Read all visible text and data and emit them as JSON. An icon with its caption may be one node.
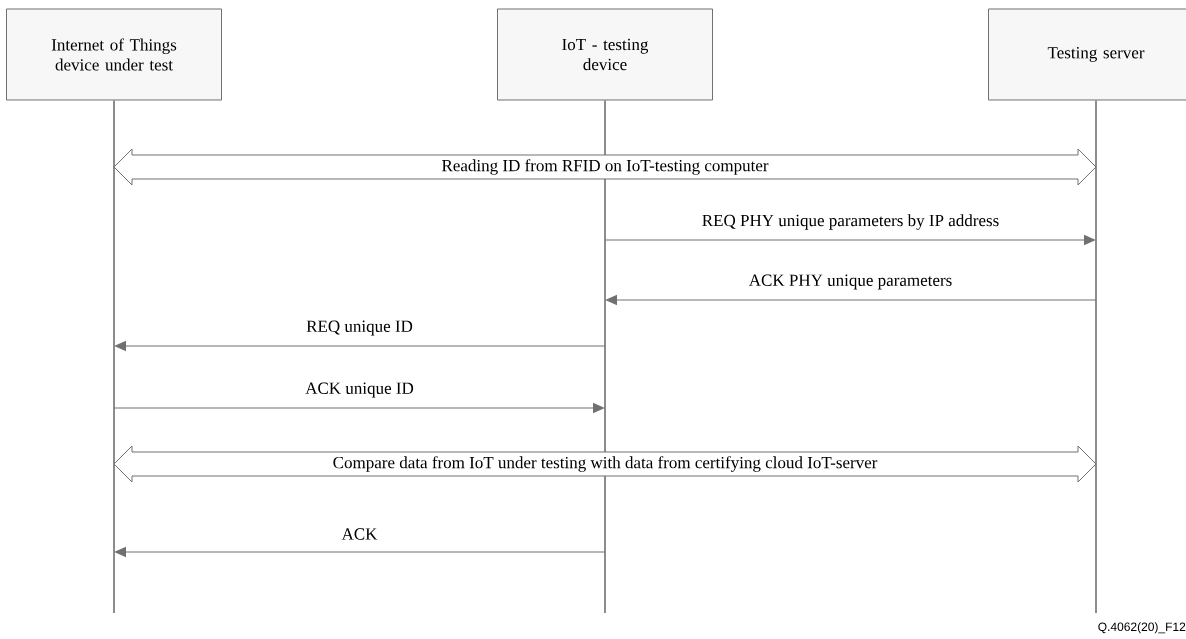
{
  "diagram": {
    "nodes": [
      {
        "text": [
          "Internet of Things device under test"
        ]
      },
      {
        "text": [
          "IoT - testing device"
        ]
      },
      {
        "text": [
          "Testing server"
        ]
      }
    ],
    "edges": [
      {
        "from": 0,
        "to": 2,
        "arrow": "both",
        "label": "Reading ID from RFID on IoT-testing computer",
        "style": "thick"
      },
      {
        "from": 1,
        "to": 2,
        "arrow": "to",
        "label": "REQ PHY unique parameters by IP address"
      },
      {
        "from": 2,
        "to": 1,
        "arrow": "to",
        "label": "ACK PHY unique parameters"
      },
      {
        "from": 1,
        "to": 0,
        "arrow": "to",
        "label": "REQ unique ID"
      },
      {
        "from": 0,
        "to": 1,
        "arrow": "to",
        "label": "ACK unique ID"
      },
      {
        "from": 0,
        "to": 2,
        "arrow": "both",
        "label": "Compare data from IoT under testing with data from certifying cloud IoT-server",
        "style": "thick"
      },
      {
        "from": 1,
        "to": 0,
        "arrow": "to",
        "label": "ACK"
      }
    ],
    "labels": [
      "Q.4062(20)_F12"
    ]
  }
}
